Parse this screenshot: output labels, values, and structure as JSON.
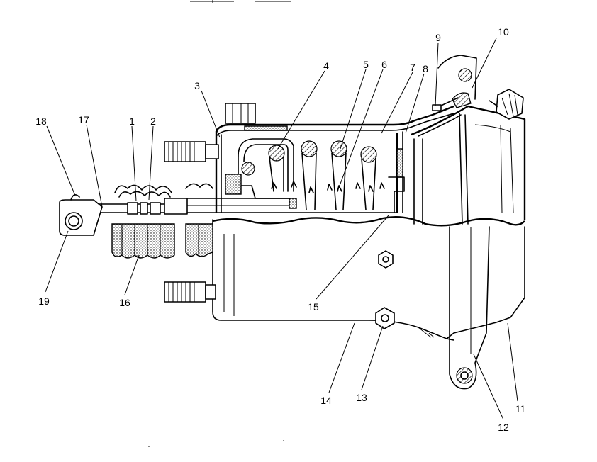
{
  "diagram": {
    "callouts": [
      {
        "id": "18",
        "label": "18"
      },
      {
        "id": "17",
        "label": "17"
      },
      {
        "id": "1",
        "label": "1"
      },
      {
        "id": "2",
        "label": "2"
      },
      {
        "id": "3",
        "label": "3"
      },
      {
        "id": "4",
        "label": "4"
      },
      {
        "id": "5",
        "label": "5"
      },
      {
        "id": "6",
        "label": "6"
      },
      {
        "id": "7",
        "label": "7"
      },
      {
        "id": "8",
        "label": "8"
      },
      {
        "id": "9",
        "label": "9"
      },
      {
        "id": "10",
        "label": "10"
      },
      {
        "id": "19",
        "label": "19"
      },
      {
        "id": "16",
        "label": "16"
      },
      {
        "id": "15",
        "label": "15"
      },
      {
        "id": "14",
        "label": "14"
      },
      {
        "id": "13",
        "label": "13"
      },
      {
        "id": "12",
        "label": "12"
      },
      {
        "id": "11",
        "label": "11"
      }
    ]
  }
}
